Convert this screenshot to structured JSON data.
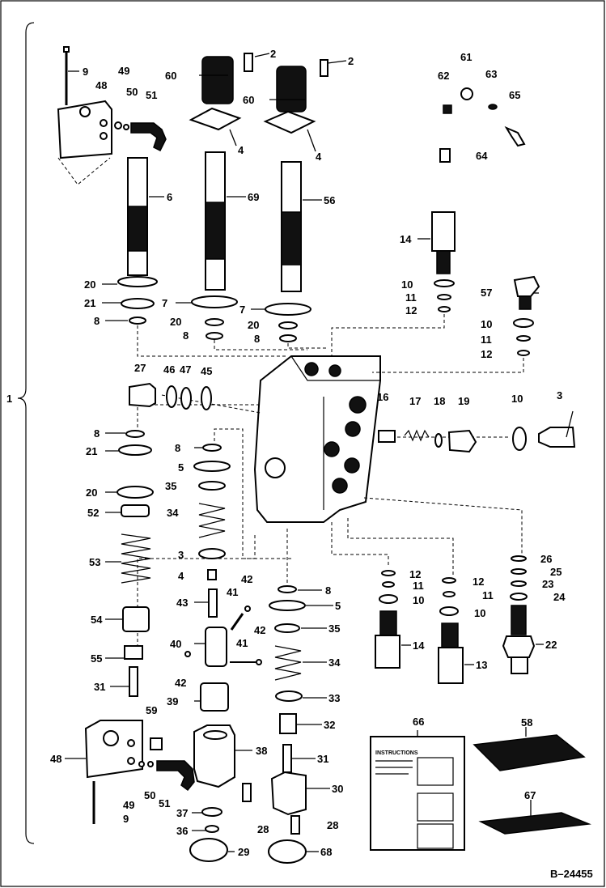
{
  "diagram": {
    "reference": "B–24455",
    "assembly_callout": "1",
    "callouts": [
      {
        "id": "c9a",
        "text": "9"
      },
      {
        "id": "c48a",
        "text": "48"
      },
      {
        "id": "c49a",
        "text": "49"
      },
      {
        "id": "c50a",
        "text": "50"
      },
      {
        "id": "c51a",
        "text": "51"
      },
      {
        "id": "c2a",
        "text": "2"
      },
      {
        "id": "c2b",
        "text": "2"
      },
      {
        "id": "c60a",
        "text": "60"
      },
      {
        "id": "c60b",
        "text": "60"
      },
      {
        "id": "c4a",
        "text": "4"
      },
      {
        "id": "c4b",
        "text": "4"
      },
      {
        "id": "c6",
        "text": "6"
      },
      {
        "id": "c69",
        "text": "69"
      },
      {
        "id": "c56",
        "text": "56"
      },
      {
        "id": "c61",
        "text": "61"
      },
      {
        "id": "c62",
        "text": "62"
      },
      {
        "id": "c63",
        "text": "63"
      },
      {
        "id": "c65",
        "text": "65"
      },
      {
        "id": "c64",
        "text": "64"
      },
      {
        "id": "c14a",
        "text": "14"
      },
      {
        "id": "c10a",
        "text": "10"
      },
      {
        "id": "c11a",
        "text": "11"
      },
      {
        "id": "c12a",
        "text": "12"
      },
      {
        "id": "c57",
        "text": "57"
      },
      {
        "id": "c10b",
        "text": "10"
      },
      {
        "id": "c11b",
        "text": "11"
      },
      {
        "id": "c12b",
        "text": "12"
      },
      {
        "id": "c20a",
        "text": "20"
      },
      {
        "id": "c21a",
        "text": "21"
      },
      {
        "id": "c8a",
        "text": "8"
      },
      {
        "id": "c7a",
        "text": "7"
      },
      {
        "id": "c20b",
        "text": "20"
      },
      {
        "id": "c8b",
        "text": "8"
      },
      {
        "id": "c7b",
        "text": "7"
      },
      {
        "id": "c20c",
        "text": "20"
      },
      {
        "id": "c8c",
        "text": "8"
      },
      {
        "id": "c27",
        "text": "27"
      },
      {
        "id": "c46",
        "text": "46"
      },
      {
        "id": "c47",
        "text": "47"
      },
      {
        "id": "c45",
        "text": "45"
      },
      {
        "id": "c16",
        "text": "16"
      },
      {
        "id": "c17",
        "text": "17"
      },
      {
        "id": "c18",
        "text": "18"
      },
      {
        "id": "c19",
        "text": "19"
      },
      {
        "id": "c10c",
        "text": "10"
      },
      {
        "id": "c3",
        "text": "3"
      },
      {
        "id": "c8d",
        "text": "8"
      },
      {
        "id": "c21b",
        "text": "21"
      },
      {
        "id": "c20d",
        "text": "20"
      },
      {
        "id": "c52",
        "text": "52"
      },
      {
        "id": "c53",
        "text": "53"
      },
      {
        "id": "c54",
        "text": "54"
      },
      {
        "id": "c55",
        "text": "55"
      },
      {
        "id": "c31a",
        "text": "31"
      },
      {
        "id": "c8e",
        "text": "8"
      },
      {
        "id": "c5a",
        "text": "5"
      },
      {
        "id": "c35a",
        "text": "35"
      },
      {
        "id": "c34a",
        "text": "34"
      },
      {
        "id": "c33a",
        "text": "3"
      },
      {
        "id": "c4c",
        "text": "4"
      },
      {
        "id": "c43",
        "text": "43"
      },
      {
        "id": "c42a",
        "text": "42"
      },
      {
        "id": "c41a",
        "text": "41"
      },
      {
        "id": "c40",
        "text": "40"
      },
      {
        "id": "c42b",
        "text": "42"
      },
      {
        "id": "c41b",
        "text": "41"
      },
      {
        "id": "c42c",
        "text": "42"
      },
      {
        "id": "c39",
        "text": "39"
      },
      {
        "id": "c38",
        "text": "38"
      },
      {
        "id": "c37",
        "text": "37"
      },
      {
        "id": "c36",
        "text": "36"
      },
      {
        "id": "c29",
        "text": "29"
      },
      {
        "id": "c28a",
        "text": "28"
      },
      {
        "id": "c59",
        "text": "59"
      },
      {
        "id": "c48b",
        "text": "48"
      },
      {
        "id": "c49b",
        "text": "49"
      },
      {
        "id": "c50b",
        "text": "50"
      },
      {
        "id": "c51b",
        "text": "51"
      },
      {
        "id": "c9b",
        "text": "9"
      },
      {
        "id": "c8f",
        "text": "8"
      },
      {
        "id": "c5b",
        "text": "5"
      },
      {
        "id": "c35b",
        "text": "35"
      },
      {
        "id": "c34b",
        "text": "34"
      },
      {
        "id": "c33b",
        "text": "33"
      },
      {
        "id": "c32",
        "text": "32"
      },
      {
        "id": "c31b",
        "text": "31"
      },
      {
        "id": "c30",
        "text": "30"
      },
      {
        "id": "c28b",
        "text": "28"
      },
      {
        "id": "c68",
        "text": "68"
      },
      {
        "id": "c12c",
        "text": "12"
      },
      {
        "id": "c11c",
        "text": "11"
      },
      {
        "id": "c10d",
        "text": "10"
      },
      {
        "id": "c14b",
        "text": "14"
      },
      {
        "id": "c12d",
        "text": "12"
      },
      {
        "id": "c11d",
        "text": "11"
      },
      {
        "id": "c10e",
        "text": "10"
      },
      {
        "id": "c13",
        "text": "13"
      },
      {
        "id": "c26",
        "text": "26"
      },
      {
        "id": "c25",
        "text": "25"
      },
      {
        "id": "c23",
        "text": "23"
      },
      {
        "id": "c24",
        "text": "24"
      },
      {
        "id": "c22",
        "text": "22"
      },
      {
        "id": "c66",
        "text": "66"
      },
      {
        "id": "c58",
        "text": "58"
      },
      {
        "id": "c67",
        "text": "67"
      }
    ],
    "decal_text": "INSTRUCTIONS"
  }
}
